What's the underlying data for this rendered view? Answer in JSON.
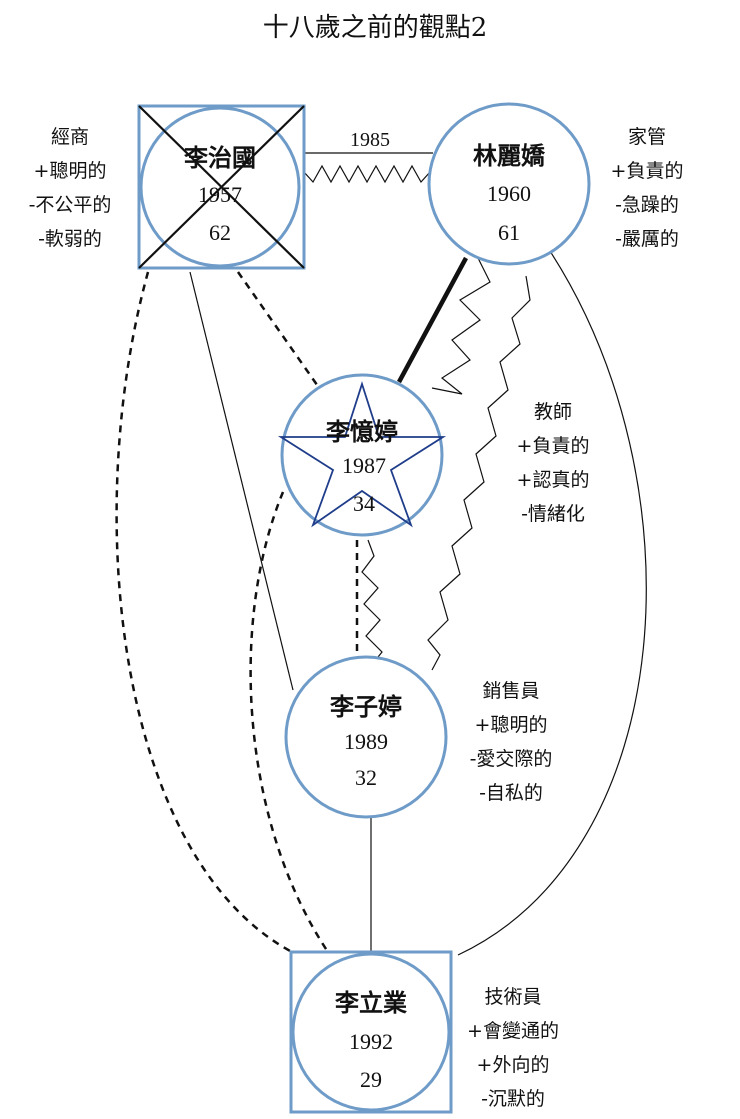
{
  "title": "十八歲之前的觀點2",
  "marriage_year": "1985",
  "people": {
    "father": {
      "name": "李治國",
      "birth_year": "1957",
      "age": "62",
      "traits": [
        "經商",
        "+聰明的",
        "-不公平的",
        "-軟弱的"
      ]
    },
    "mother": {
      "name": "林麗嬌",
      "birth_year": "1960",
      "age": "61",
      "traits": [
        "家管",
        "+負責的",
        "-急躁的",
        "-嚴厲的"
      ]
    },
    "client": {
      "name": "李憶婷",
      "birth_year": "1987",
      "age": "34",
      "traits": [
        "教師",
        "+負責的",
        "+認真的",
        "-情緒化"
      ]
    },
    "sister": {
      "name": "李子婷",
      "birth_year": "1989",
      "age": "32",
      "traits": [
        "銷售員",
        "+聰明的",
        "-愛交際的",
        "-自私的"
      ]
    },
    "brother": {
      "name": "李立業",
      "birth_year": "1992",
      "age": "29",
      "traits": [
        "技術員",
        "+會變通的",
        "+外向的",
        "-沉默的"
      ]
    }
  },
  "colors": {
    "node_outline": "#6e9bc8",
    "star": "#1f3d8a",
    "line": "#111111"
  }
}
